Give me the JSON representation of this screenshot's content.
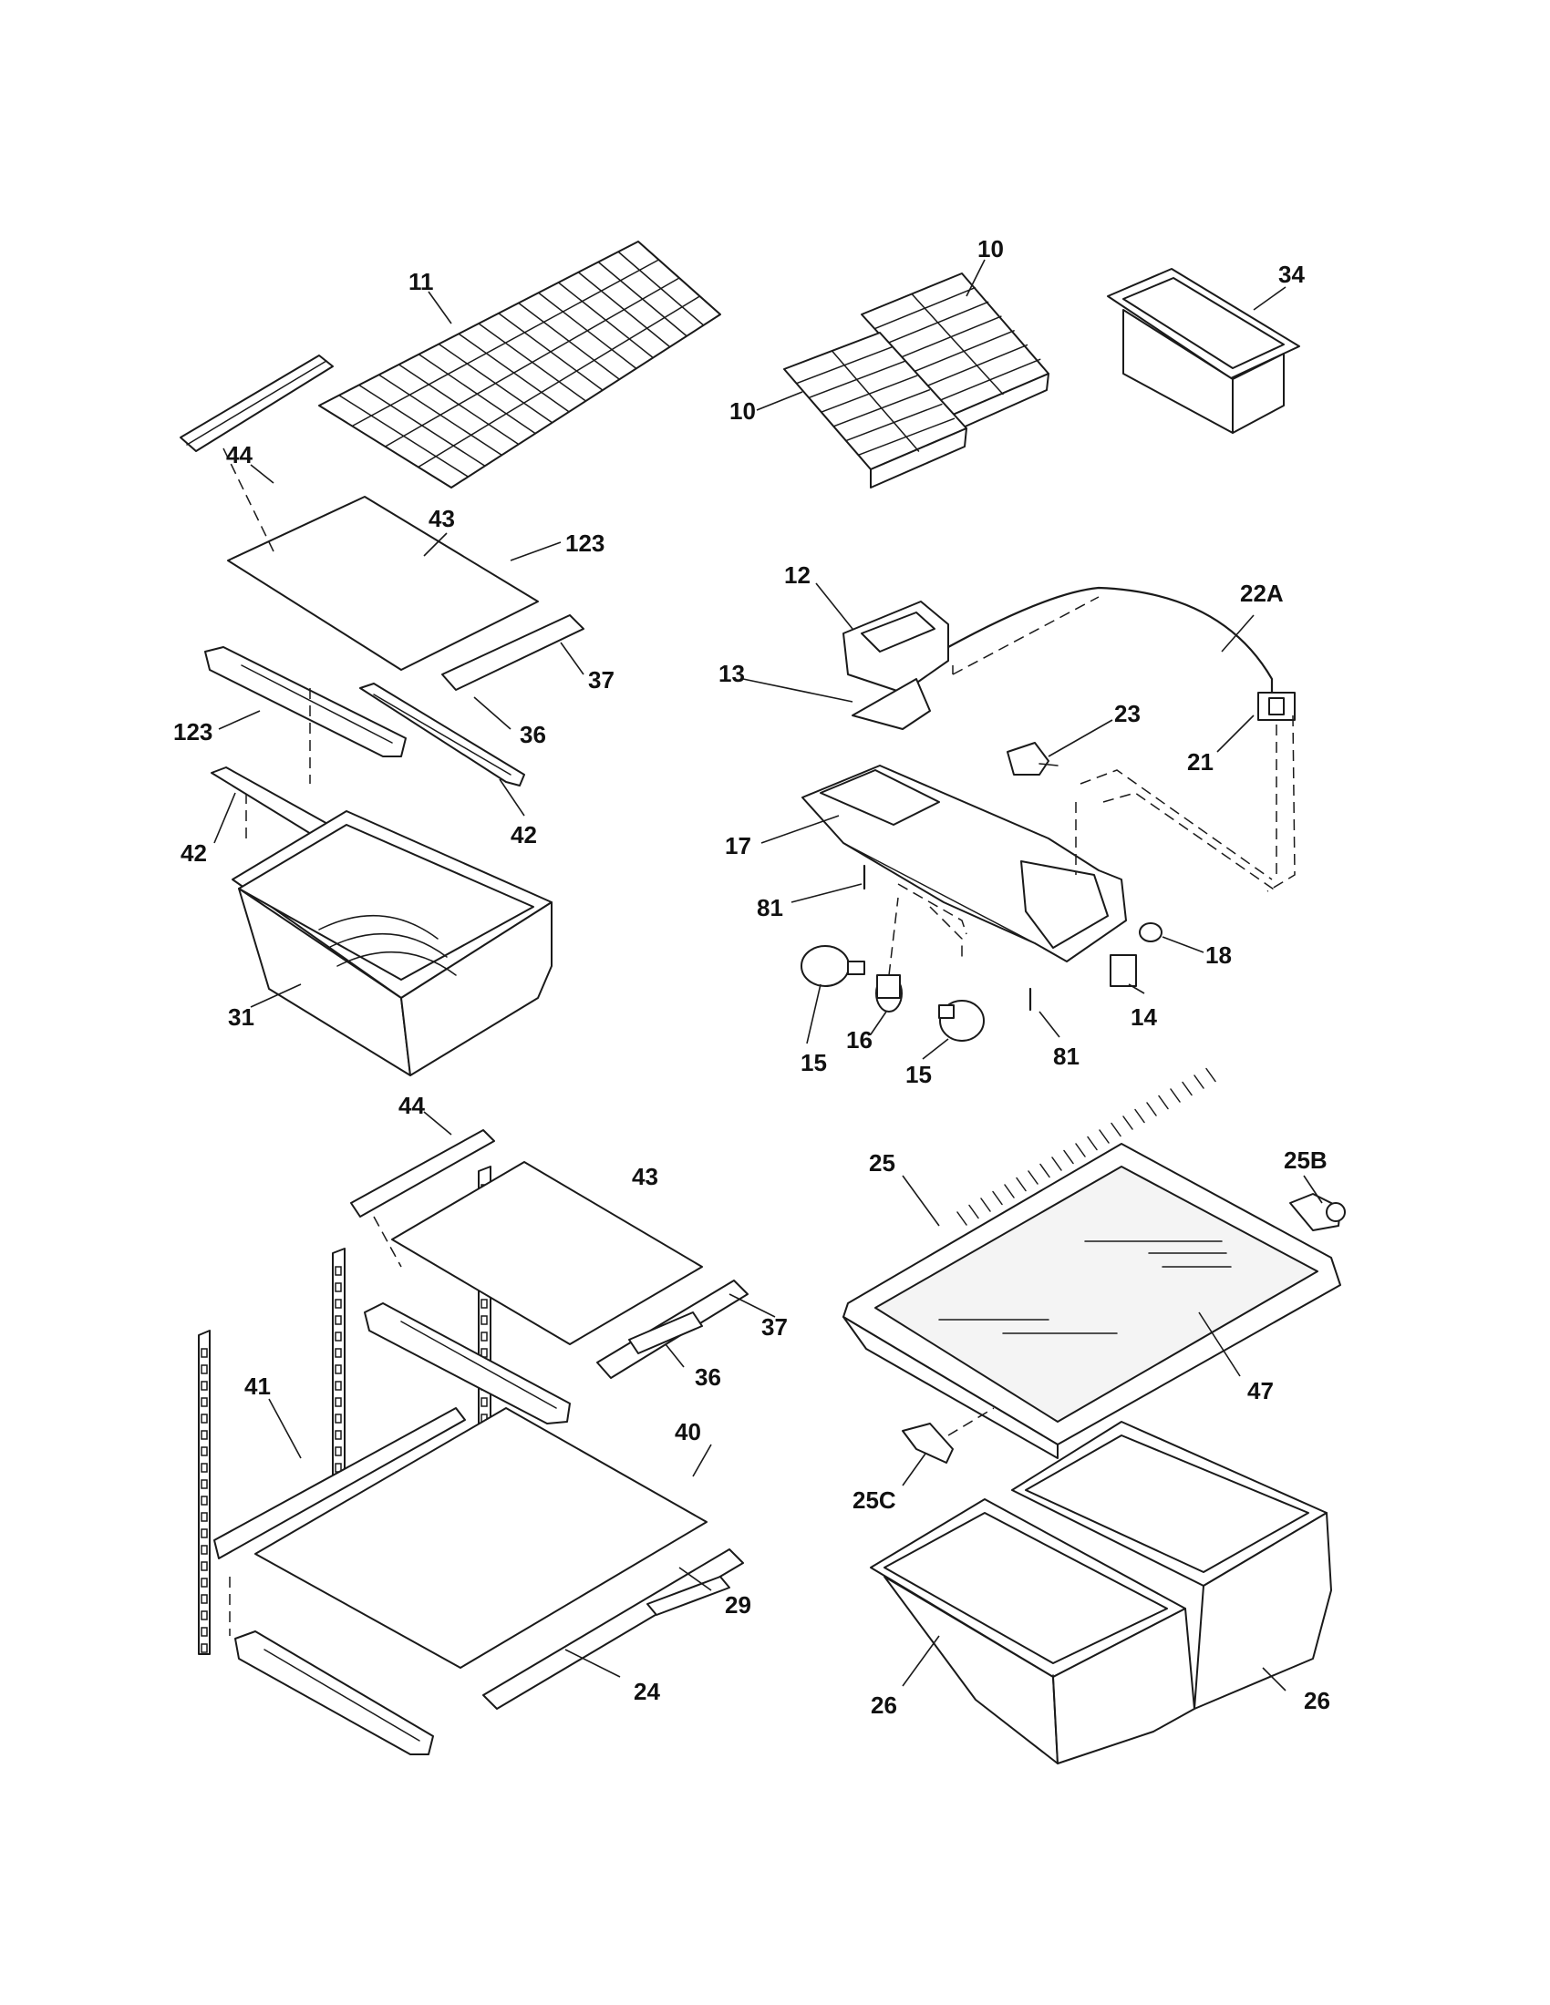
{
  "callouts": {
    "c11": "11",
    "c10a": "10",
    "c10b": "10",
    "c34": "34",
    "c44a": "44",
    "c43a": "43",
    "c123a": "123",
    "c37a": "37",
    "c123b": "123",
    "c36a": "36",
    "c42a": "42",
    "c42b": "42",
    "c31": "31",
    "c12": "12",
    "c22A": "22A",
    "c13": "13",
    "c23": "23",
    "c21": "21",
    "c17": "17",
    "c81a": "81",
    "c81b": "81",
    "c18": "18",
    "c15a": "15",
    "c15b": "15",
    "c16": "16",
    "c14": "14",
    "c44b": "44",
    "c43b": "43",
    "c37b": "37",
    "c36b": "36",
    "c41": "41",
    "c40": "40",
    "c29": "29",
    "c24": "24",
    "c25": "25",
    "c25B": "25B",
    "c47": "47",
    "c25C": "25C",
    "c26a": "26",
    "c26b": "26"
  },
  "colors": {
    "line": "#1a1a1a",
    "background": "#ffffff"
  }
}
